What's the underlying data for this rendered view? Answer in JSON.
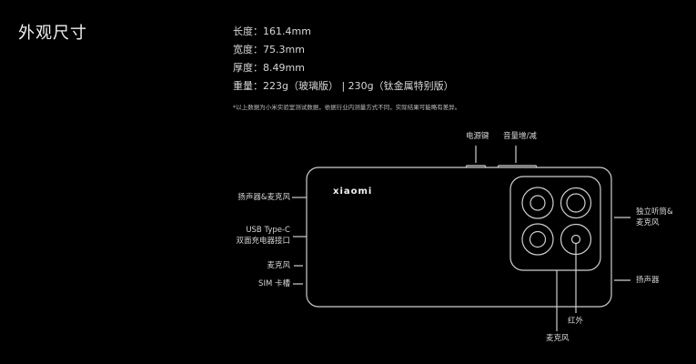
{
  "section_title": "外观尺寸",
  "specs": [
    {
      "label": "长度",
      "value": "161.4mm",
      "text": "长度：161.4mm"
    },
    {
      "label": "宽度",
      "value": "75.3mm",
      "text": "宽度：75.3mm"
    },
    {
      "label": "厚度",
      "value": "8.49mm",
      "text": "厚度：8.49mm"
    },
    {
      "label": "重量",
      "value": "223g（玻璃版） | 230g（钛金属特别版）",
      "text": "重量：223g（玻璃版） | 230g（钛金属特别版）"
    }
  ],
  "footnote": "*以上数据为小米实验室测试数据，依据行业内测量方式不同，实际结果可能略有差异。",
  "diagram": {
    "brand": "xiaomi",
    "callouts": {
      "power": "电源键",
      "volume": "音量增/减",
      "left_top": "扬声器&麦克风",
      "usb_line1": "USB Type-C",
      "usb_line2": "双面充电器接口",
      "left_mic": "麦克风",
      "sim": "SIM 卡槽",
      "right_top_line1": "独立听筒&",
      "right_top_line2": "麦克风",
      "right_speaker": "扬声器",
      "infrared": "红外",
      "bottom_mic": "麦克风"
    },
    "line_color": "#cfcfcf"
  }
}
